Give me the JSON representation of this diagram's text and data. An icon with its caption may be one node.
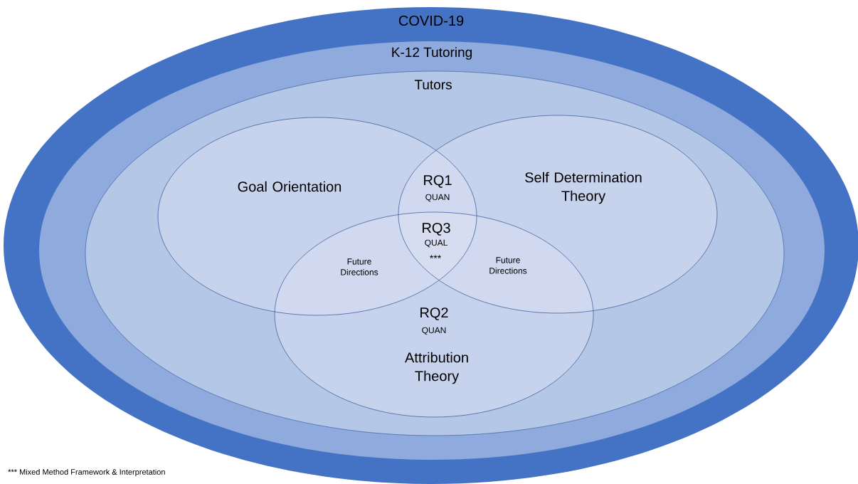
{
  "diagram": {
    "nodes": [
      {
        "text": [
          "COVID-19"
        ]
      },
      {
        "text": [
          "K-12 Tutoring"
        ],
        "in": 0
      },
      {
        "text": [
          "Tutors"
        ],
        "in": 1
      },
      {
        "text": [
          "Goal Orientation"
        ],
        "in": 2
      },
      {
        "text": [
          "Self Determination Theory"
        ],
        "in": 2
      },
      {
        "text": [
          "RQ2",
          "QUAN",
          "Attribution Theory"
        ],
        "in": 2
      }
    ],
    "labels": [
      "RQ1",
      "QUAN",
      "RQ3",
      "QUAL",
      "***",
      "Future Directions",
      "Future Directions",
      "*** Mixed Method Framework & Interpretation"
    ]
  }
}
